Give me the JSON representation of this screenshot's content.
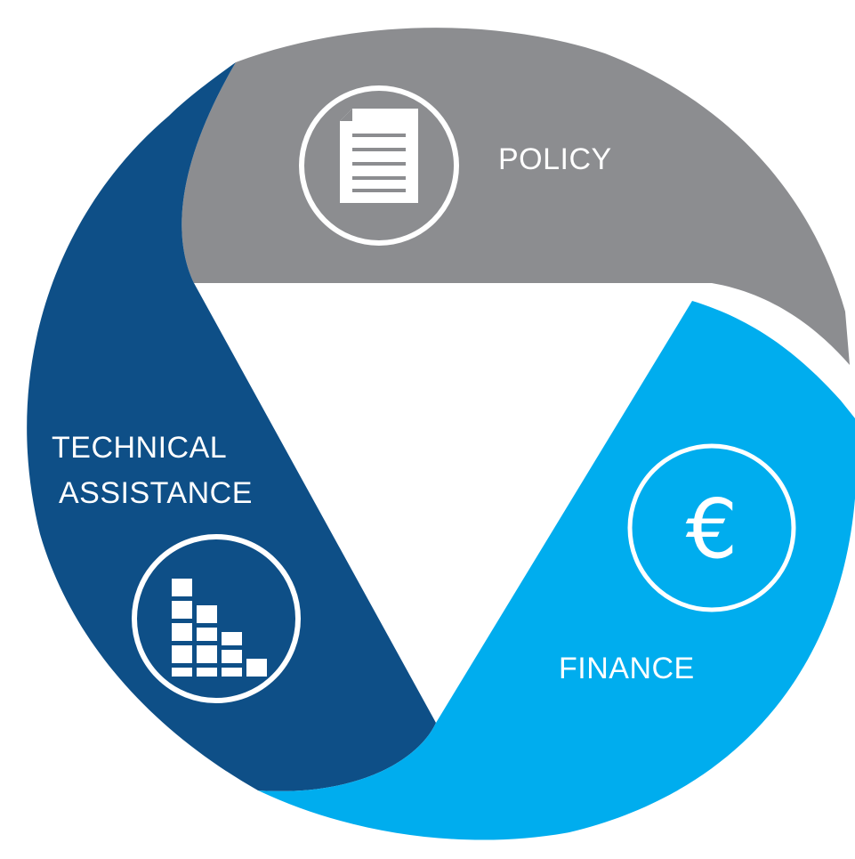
{
  "segments": [
    {
      "id": "policy",
      "label": "POLICY",
      "color": "#8c8d90",
      "icon": "document-icon"
    },
    {
      "id": "finance",
      "label": "FINANCE",
      "color": "#00adee",
      "icon": "euro-icon",
      "icon_text": "€"
    },
    {
      "id": "technical",
      "label_lines": [
        "TECHNICAL",
        "ASSISTANCE"
      ],
      "color": "#0e4f87",
      "icon": "bar-steps-icon"
    }
  ],
  "background_color": "#ffffff",
  "icon_stroke_color": "#ffffff"
}
